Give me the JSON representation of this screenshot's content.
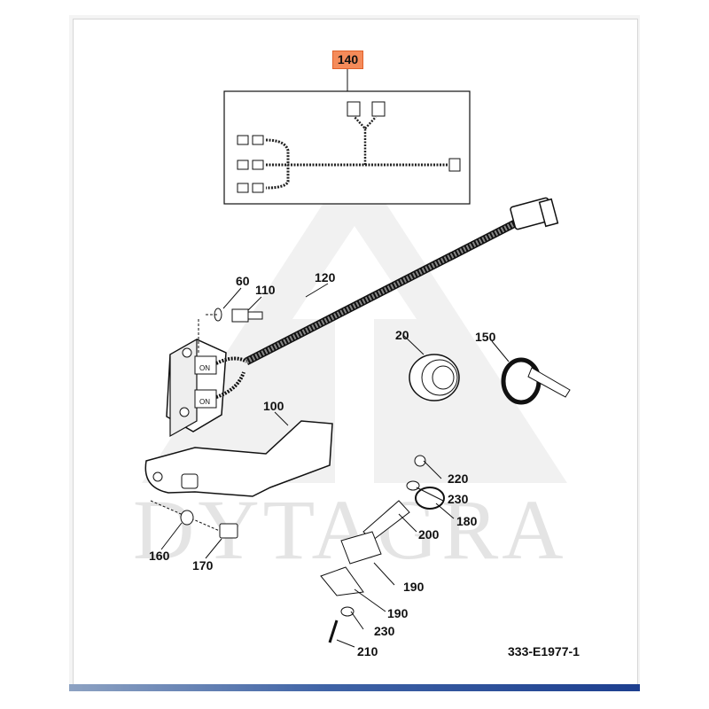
{
  "diagram": {
    "highlighted_part": "140",
    "watermark": "DYTAGRA",
    "drawing_ref": "333-E1977-1",
    "accent_color": "#f58b5a",
    "callouts": {
      "c120": "120",
      "c60": "60",
      "c110": "110",
      "c20": "20",
      "c150": "150",
      "c100": "100",
      "c220": "220",
      "c230a": "230",
      "c180": "180",
      "c200": "200",
      "c160": "160",
      "c170": "170",
      "c190a": "190",
      "c190b": "190",
      "c230b": "230",
      "c210": "210"
    },
    "switch_labels": {
      "top": "ON",
      "bottom": "ON"
    }
  }
}
